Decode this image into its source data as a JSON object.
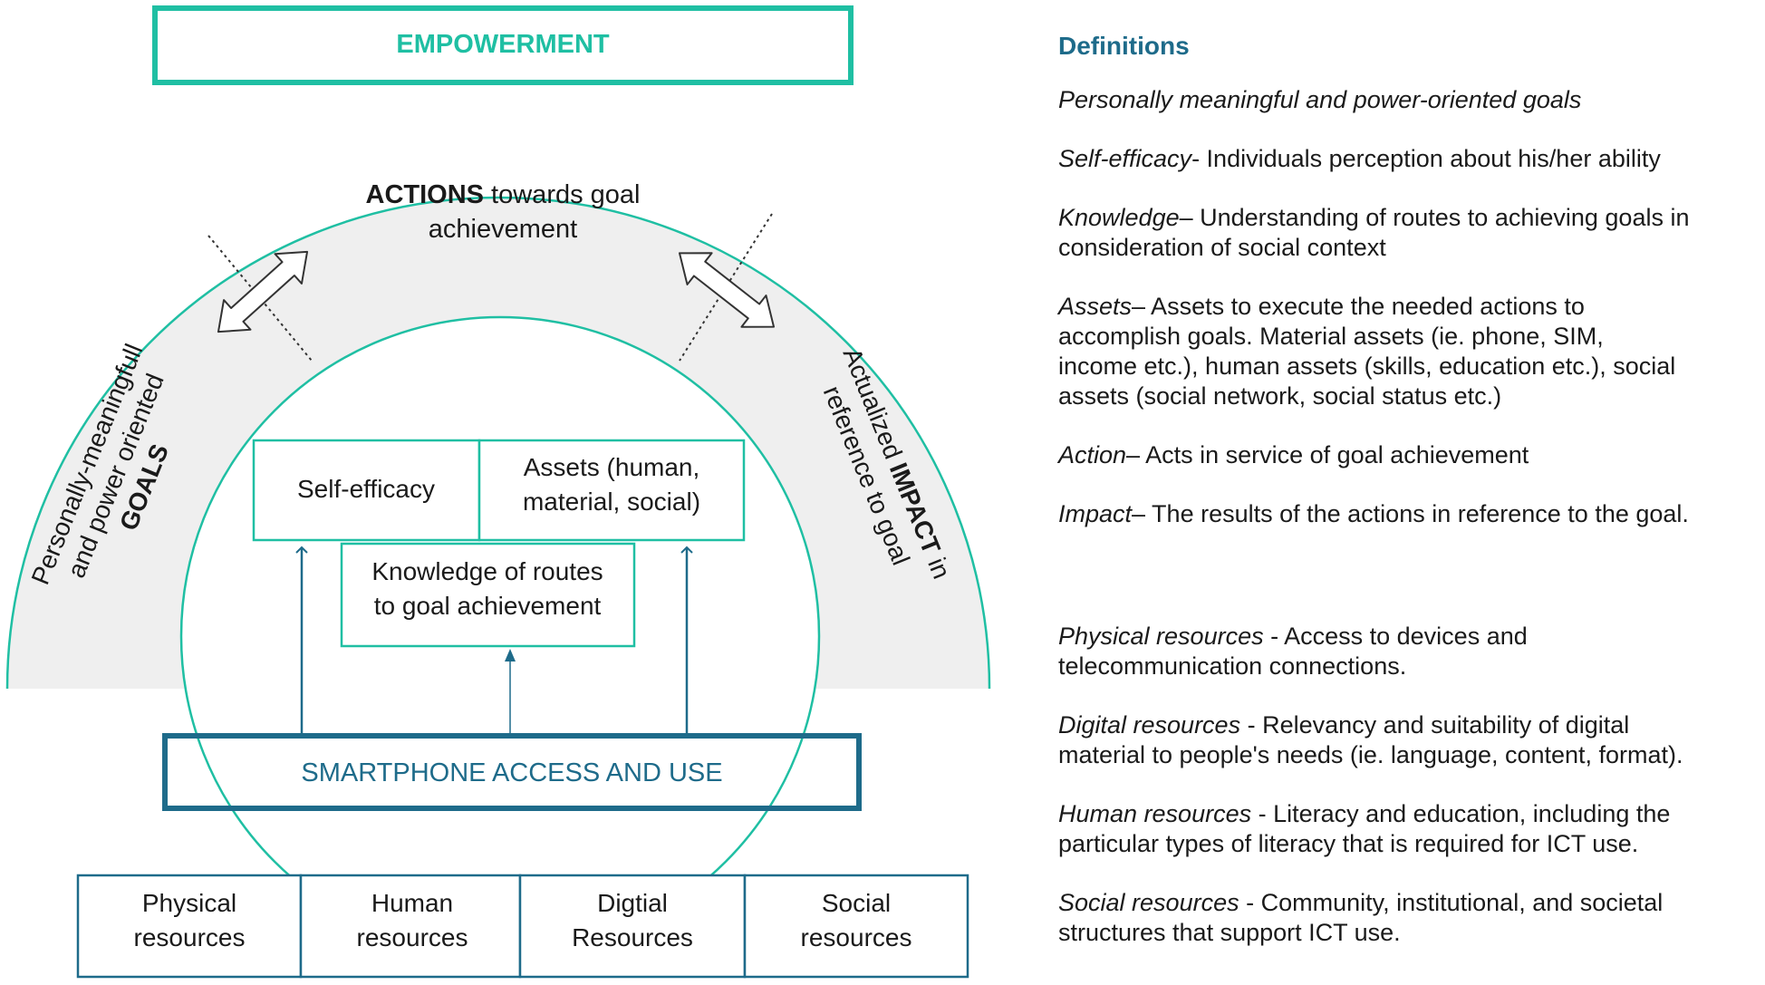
{
  "diagram": {
    "top_box": "EMPOWERMENT",
    "actions_bold": "ACTIONS",
    "actions_rest": " towards goal",
    "actions_line2": "achievement",
    "goals_line1": "Personally-meaningfull",
    "goals_line2": "and power oriented",
    "goals_bold": "GOALS",
    "impact_line1_pre": "Actualized ",
    "impact_bold": "IMPACT",
    "impact_line1_post": " in",
    "impact_line2": "reference to goal",
    "self_efficacy": "Self-efficacy",
    "assets_line1": "Assets (human,",
    "assets_line2": "material, social)",
    "knowledge_line1": "Knowledge of routes",
    "knowledge_line2": "to goal achievement",
    "smartphone": "SMARTPHONE ACCESS AND USE",
    "resources": [
      {
        "line1": "Physical",
        "line2": "resources"
      },
      {
        "line1": "Human",
        "line2": "resources"
      },
      {
        "line1": "Digtial",
        "line2": "Resources"
      },
      {
        "line1": "Social",
        "line2": "resources"
      }
    ],
    "colors": {
      "teal": "#1fbfa3",
      "dark_blue": "#1e6b8a",
      "band_fill": "#efefef",
      "text": "#1a1a1a"
    }
  },
  "definitions": {
    "heading": "Definitions",
    "items": [
      {
        "term": "Personally meaningful and power-oriented goals",
        "lines": []
      },
      {
        "term": "Self-efficacy",
        "lines": [
          "- Individuals perception about his/her ability"
        ]
      },
      {
        "term": "Knowledge",
        "lines": [
          "– Understanding of routes to achieving goals in",
          "consideration of social context"
        ]
      },
      {
        "term": "Assets",
        "lines": [
          "– Assets to execute the needed actions to",
          "accomplish goals.  Material assets (ie. phone, SIM,",
          "income etc.), human assets (skills, education etc.), social",
          "assets (social network,  social status etc.)"
        ]
      },
      {
        "term": "Action",
        "lines": [
          "– Acts in service of goal achievement"
        ]
      },
      {
        "term": "Impact",
        "lines": [
          "– The results of the actions in reference to the goal."
        ]
      },
      {
        "term": "Physical resources",
        "lines": [
          " - Access to devices and",
          "telecommunication connections."
        ]
      },
      {
        "term": "Digital resources",
        "lines": [
          " - Relevancy and suitability of digital",
          "material to people's needs (ie. language,  content, format)."
        ]
      },
      {
        "term": "Human resources",
        "lines": [
          " - Literacy and education, including the",
          "particular types of literacy that is required for ICT use."
        ]
      },
      {
        "term": "Social resources",
        "lines": [
          " - Community, institutional, and societal",
          "structures that support ICT use."
        ]
      }
    ]
  }
}
